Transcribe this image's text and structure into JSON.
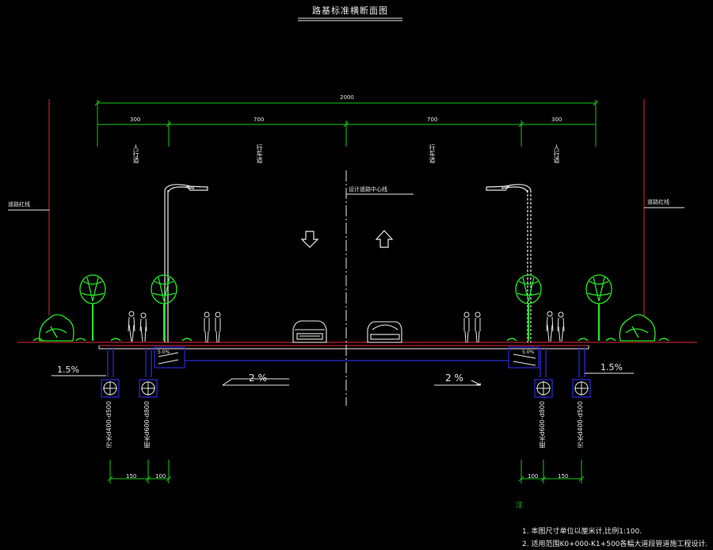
{
  "title": "路基标准横断面图",
  "dims": {
    "total": "2000",
    "left_walk": "300",
    "left_lane": "700",
    "right_lane": "700",
    "right_walk": "300",
    "left_p1": "150",
    "left_p2": "100",
    "right_p1": "100",
    "right_p2": "150"
  },
  "labels": {
    "left_red_line": "道路红线",
    "right_red_line": "道路红线",
    "center_line": "设计道路中心线",
    "left_walk_label": "人行道",
    "left_lane_label": "行车道",
    "right_lane_label": "行车道",
    "right_walk_label": "人行道"
  },
  "slopes": {
    "left_outer": "1.5%",
    "right_outer": "1.5%",
    "left_road": "2 %",
    "right_road": "2 %",
    "left_inner_small": "5.0%",
    "right_inner_small": "5.0%"
  },
  "pipes": {
    "left_1": "污水d400-d500",
    "left_2": "雨水d600-d800",
    "right_1": "雨水d600-d800",
    "right_2": "污水d400-d500"
  },
  "notes": {
    "heading": "注",
    "line1": "1. 本图尺寸单位以厘米计,比例1:100.",
    "line2": "2. 适用范围K0+000-K1+500各幅大道段管道施工程设计."
  },
  "colors": {
    "dim_green": "#16c716",
    "red": "#b5232a",
    "blue": "#2929d6",
    "white": "#e8e8e8",
    "bright_green": "#22ee22"
  }
}
